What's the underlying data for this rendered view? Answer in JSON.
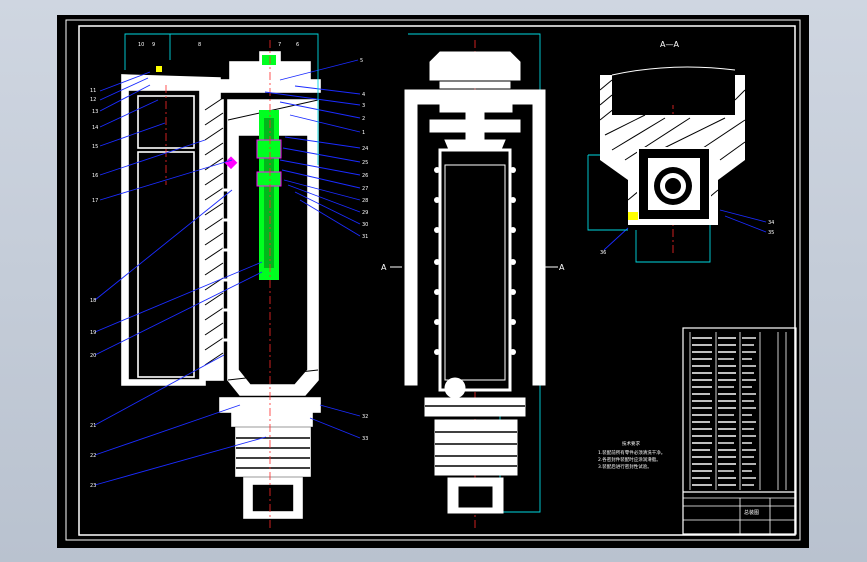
{
  "section_label": "A—A",
  "cut_marker_left": "A",
  "cut_marker_right": "A",
  "colors": {
    "viewport": "#000000",
    "linework": "#ffffff",
    "leader": "#1a2bff",
    "centerline": "#ff2a2a",
    "piston_rod": "#00ff20",
    "seal": "#ff00ff",
    "dimension": "#00d8e0",
    "marker": "#ffff00"
  },
  "notes_title": "技术要求",
  "notes_lines": [
    "1.装配前所有零件必须清洗干净。",
    "2.各密封件装配时应涂润滑脂。",
    "3.装配后进行密封性试验。"
  ],
  "title_block": {
    "drawing_name": "总装图"
  }
}
